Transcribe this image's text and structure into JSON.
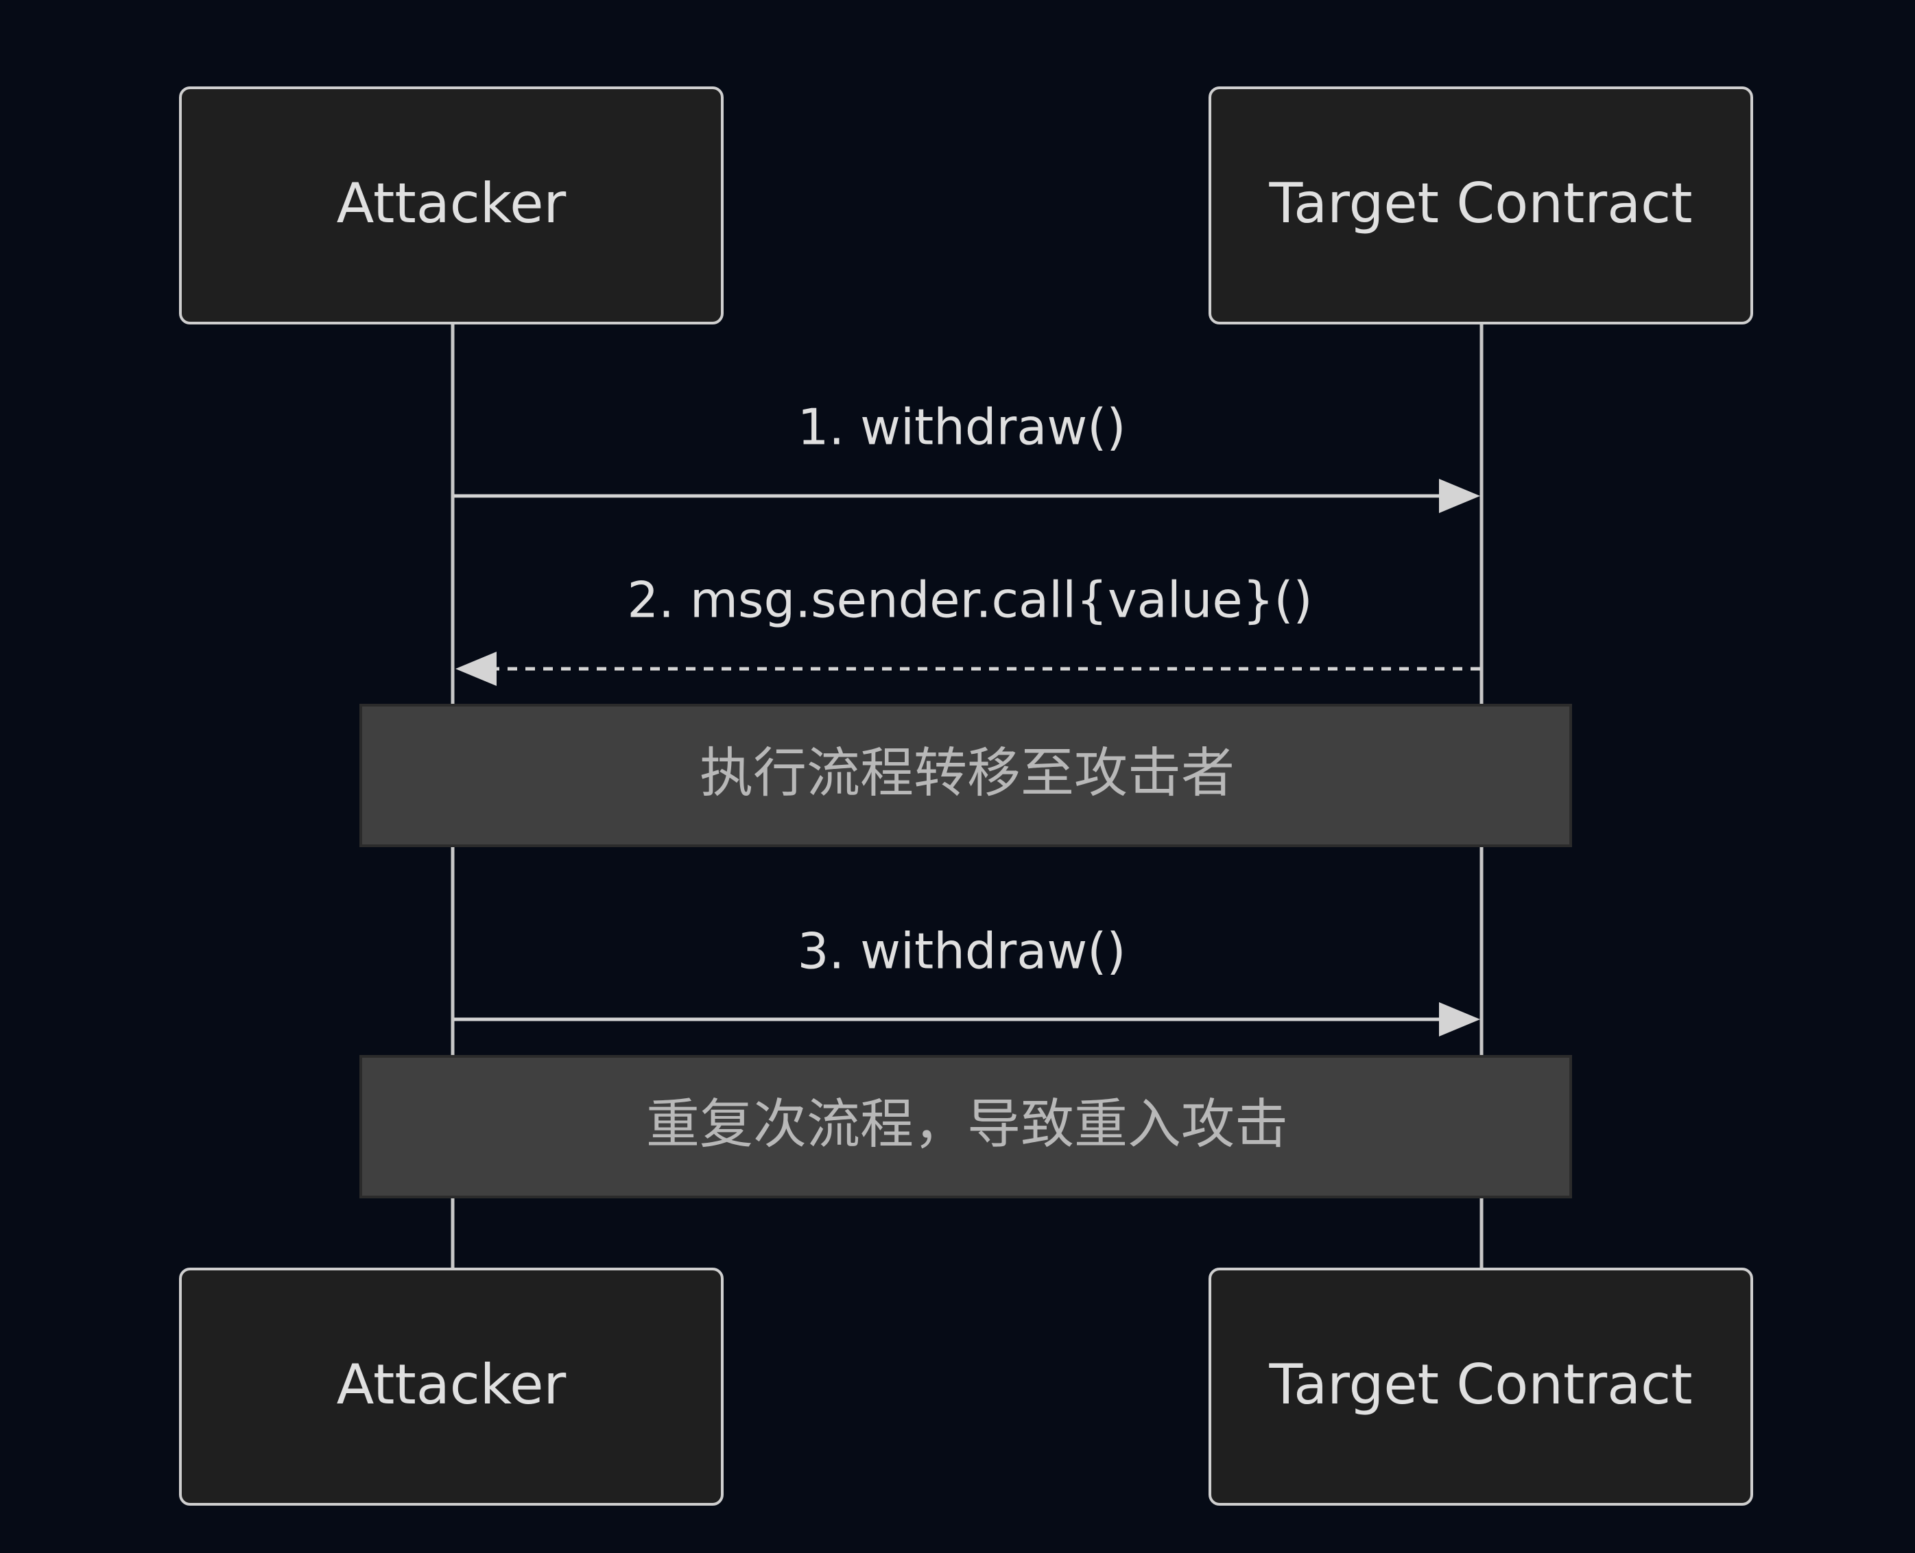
{
  "diagram": {
    "type": "sequence",
    "participants": [
      {
        "id": "attacker",
        "label": "Attacker"
      },
      {
        "id": "target",
        "label": "Target Contract"
      }
    ],
    "messages": [
      {
        "from": "attacker",
        "to": "target",
        "label": "1. withdraw()",
        "style": "solid"
      },
      {
        "from": "target",
        "to": "attacker",
        "label": "2. msg.sender.call{value}()",
        "style": "dashed"
      },
      {
        "from": "attacker",
        "to": "target",
        "label": "3. withdraw()",
        "style": "solid"
      }
    ],
    "notes": [
      {
        "label": "执行流程转移至攻击者",
        "over": [
          "attacker",
          "target"
        ]
      },
      {
        "label": "重复次流程，导致重入攻击",
        "over": [
          "attacker",
          "target"
        ]
      }
    ]
  },
  "colors": {
    "background": "#060b16",
    "actor_fill": "#1f1f1f",
    "actor_stroke": "#cfcfcf",
    "line": "#d4d4d4",
    "note_fill": "#404040",
    "note_text": "#b8b8b8",
    "text": "#e0e0e0"
  }
}
